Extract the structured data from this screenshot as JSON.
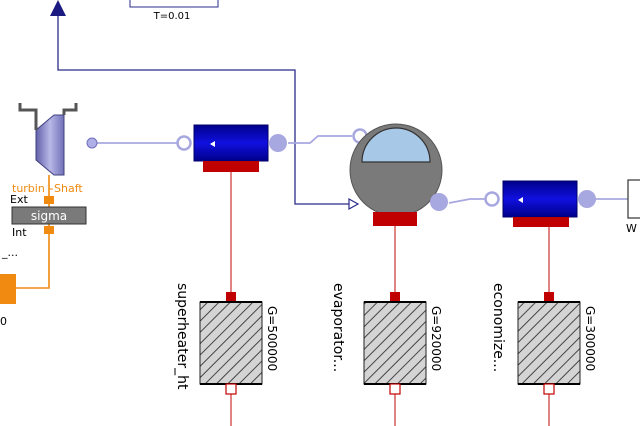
{
  "blocks": {
    "timer_param": "T=0.01",
    "turbine_label": "turbin",
    "shaft_label": "Shaft",
    "sigma_label": "sigma",
    "ext_label": "Ext",
    "int_label": "Int",
    "left_cut_label": "_...",
    "left_zero": "0",
    "wall_label": "W"
  },
  "heat_exchangers": [
    {
      "name": "superheater_ht",
      "param": "G=500000"
    },
    {
      "name": "evaporator...",
      "param": "G=920000"
    },
    {
      "name": "economize...",
      "param": "G=300000"
    }
  ],
  "colors": {
    "signal_line": "#2b2b8c",
    "fluid_line": "#a8a8e0",
    "heat_line": "#d04040",
    "pipe_blue": "#0a0ad0",
    "pipe_dark": "#00008a",
    "heat_port": "#c00000",
    "connector_orange": "#f08a10",
    "drum_gray": "#7a7a7a",
    "water_blue": "#a8c8e8"
  }
}
